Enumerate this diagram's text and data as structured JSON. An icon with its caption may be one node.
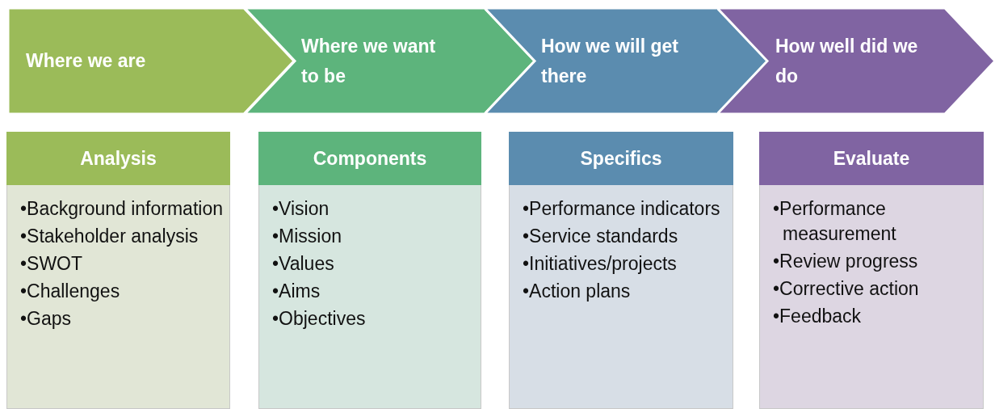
{
  "diagram": {
    "nodes": [
      {
        "text": [
          "Where we are"
        ]
      },
      {
        "text": [
          "Where we want to be"
        ]
      },
      {
        "text": [
          "How we will get there"
        ]
      },
      {
        "text": [
          "How well did we do"
        ]
      },
      {
        "text": [
          "Analysis",
          "•Background information",
          "•Stakeholder analysis",
          "•SWOT",
          "•Challenges",
          "•Gaps"
        ]
      },
      {
        "text": [
          "Components",
          "•Vision",
          "•Mission",
          "•Values",
          "•Aims",
          "•Objectives"
        ]
      },
      {
        "text": [
          "Specifics",
          "•Performance indicators",
          "•Service standards",
          "•Initiatives/projects",
          "•Action plans"
        ]
      },
      {
        "text": [
          "Evaluate",
          "•Performance measurement",
          "•Review progress",
          "•Corrective action",
          "•Feedback"
        ]
      }
    ]
  }
}
